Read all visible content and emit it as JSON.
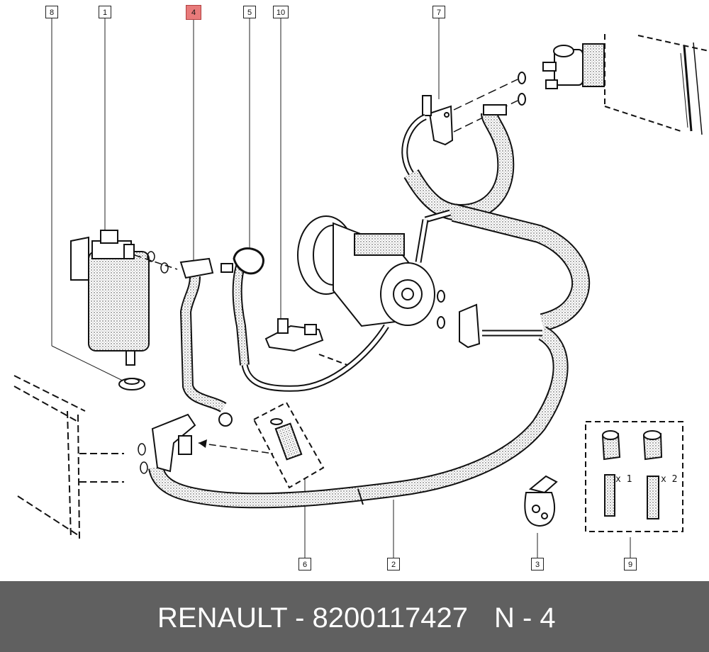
{
  "callouts": [
    {
      "id": "c8",
      "text": "8"
    },
    {
      "id": "c1",
      "text": "1"
    },
    {
      "id": "c4",
      "text": "4"
    },
    {
      "id": "c5",
      "text": "5"
    },
    {
      "id": "c10",
      "text": "10"
    },
    {
      "id": "c7",
      "text": "7"
    },
    {
      "id": "c6",
      "text": "6"
    },
    {
      "id": "c2",
      "text": "2"
    },
    {
      "id": "c3",
      "text": "3"
    },
    {
      "id": "c9",
      "text": "9"
    }
  ],
  "kit_labels": {
    "x1": "x 1",
    "x2": "x 2"
  },
  "footer": {
    "part_text": "RENAULT - 8200117427",
    "position_text": "N - 4"
  },
  "colors": {
    "highlight": "#e87a7a",
    "footer_bg": "#606060",
    "footer_text": "#ffffff"
  }
}
